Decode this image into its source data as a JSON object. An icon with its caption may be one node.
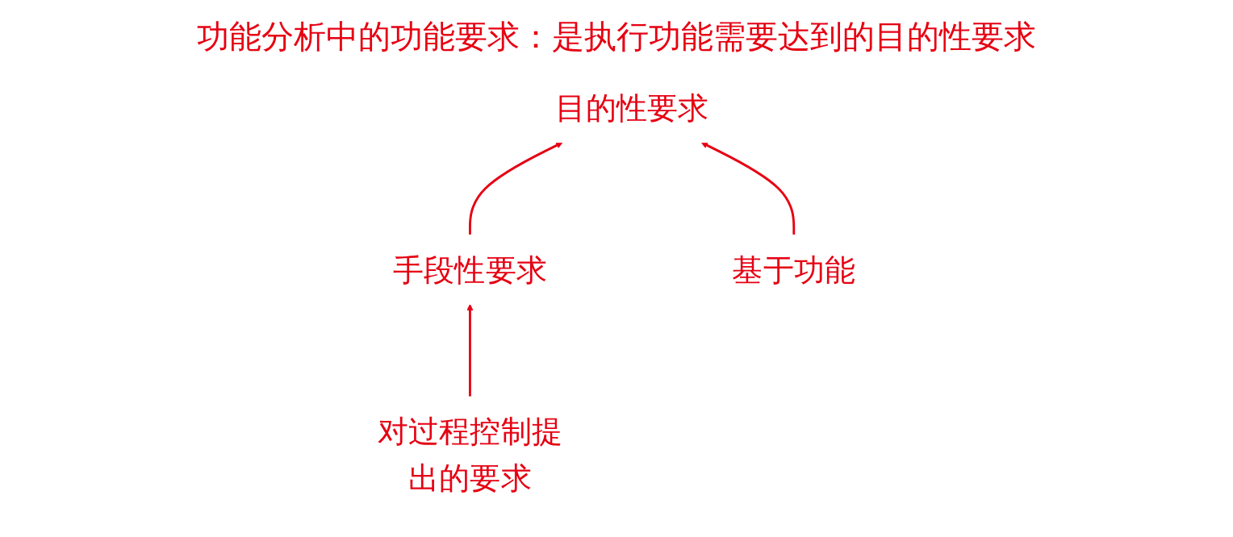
{
  "diagram": {
    "title": "功能分析中的功能要求：是执行功能需要达到的目的性要求",
    "nodes": [
      {
        "text": [
          "目的性要求"
        ]
      },
      {
        "text": [
          "手段性要求"
        ]
      },
      {
        "text": [
          "基于功能"
        ]
      },
      {
        "text": [
          "对过程控制提出的要求"
        ]
      }
    ],
    "edges": [
      {
        "from": 1,
        "to": 0,
        "arrow": "to"
      },
      {
        "from": 2,
        "to": 0,
        "arrow": "to"
      },
      {
        "from": 3,
        "to": 1,
        "arrow": "to"
      }
    ]
  }
}
